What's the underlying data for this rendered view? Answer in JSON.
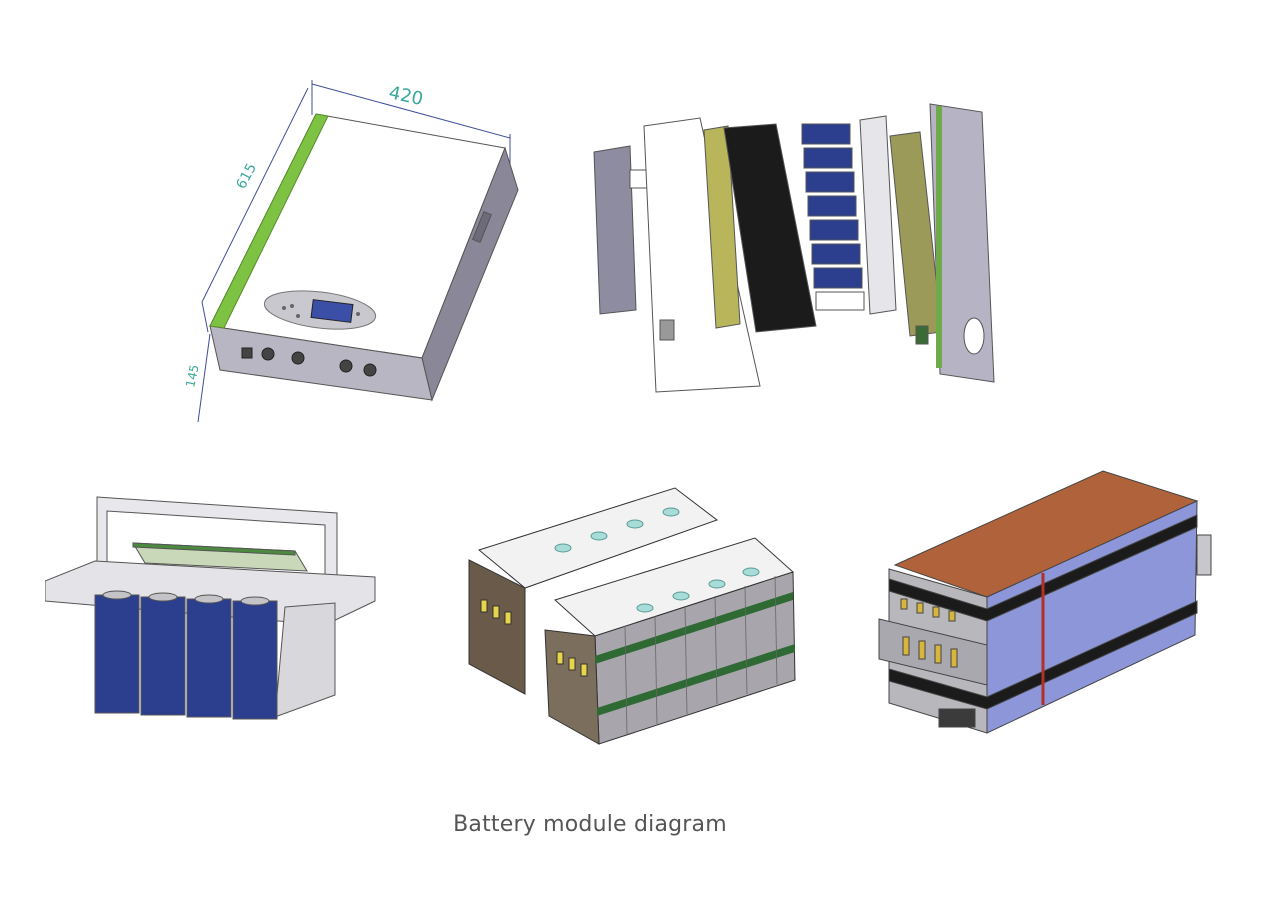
{
  "dimensions": {
    "width": "420",
    "height": "615",
    "depth": "145"
  },
  "caption": "Battery module diagram",
  "colors": {
    "dimension_line": "#3f4f9a",
    "dimension_text": "#3aa89a",
    "accent_green": "#7dc242",
    "cell_blue": "#2c3f8f",
    "panel_olive": "#b9b55a",
    "top_brown": "#b0633a",
    "side_lavender": "#8c96d8"
  }
}
